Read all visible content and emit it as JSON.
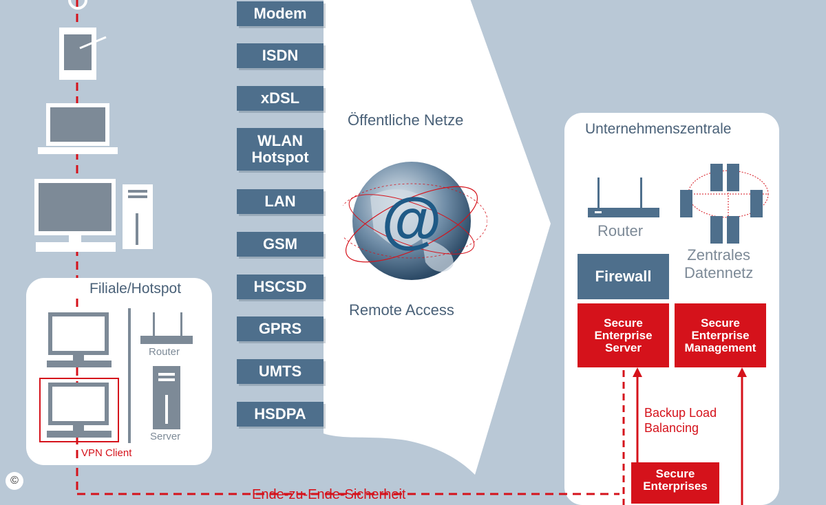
{
  "networks": [
    "Modem",
    "ISDN",
    "xDSL",
    "WLAN\nHotspot",
    "LAN",
    "GSM",
    "HSCSD",
    "GPRS",
    "UMTS",
    "HSDPA"
  ],
  "center": {
    "public_networks": "Öffentliche Netze",
    "remote_access": "Remote Access"
  },
  "branch": {
    "title": "Filiale/Hotspot",
    "router": "Router",
    "server": "Server",
    "vpn_client": "VPN Client"
  },
  "hq": {
    "title": "Unternehmenszentrale",
    "router": "Router",
    "data_network": "Zentrales\nDatennetz",
    "firewall": "Firewall",
    "secure_server": "Secure\nEnterprise\nServer",
    "secure_management": "Secure\nEnterprise\nManagement",
    "backup": "Backup Load\nBalancing",
    "secure_bottom": "Secure\nEnterprises"
  },
  "footer": {
    "e2e": "Ende-zu-Ende-Sicherheit",
    "copyright": "©"
  },
  "colors": {
    "background": "#b9c8d6",
    "accent_red": "#d5121b",
    "device_blue": "#4e6f8c",
    "panel": "#ffffff"
  }
}
